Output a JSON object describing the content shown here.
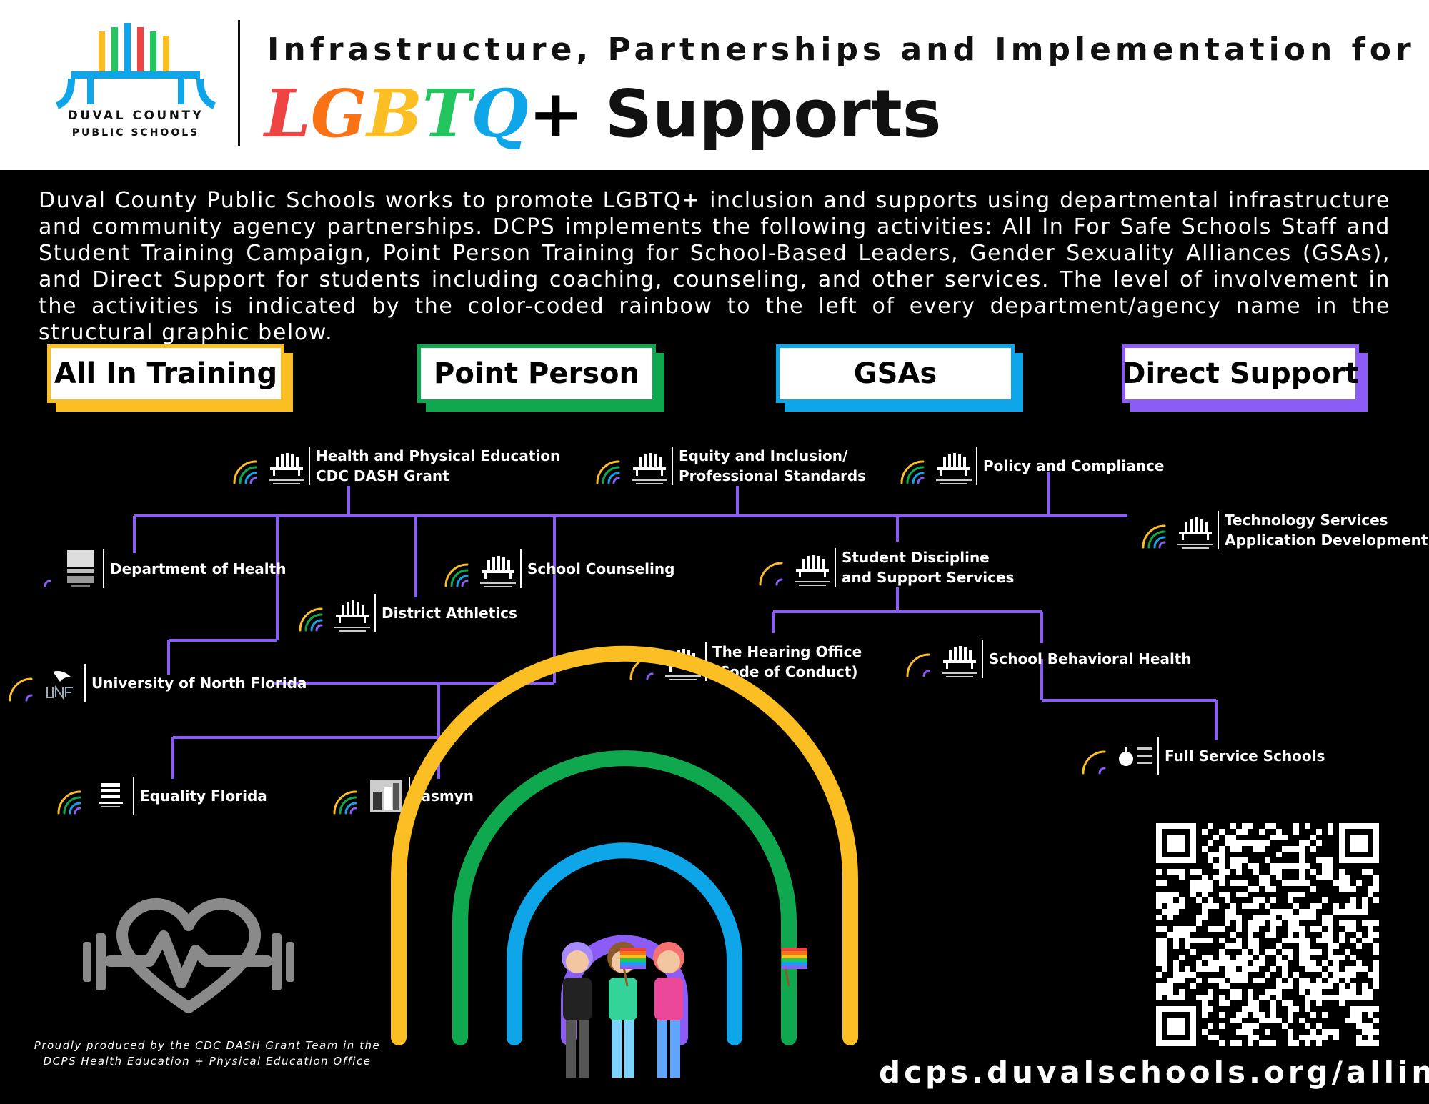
{
  "header": {
    "logo_line1": "DUVAL COUNTY",
    "logo_line2": "PUBLIC SCHOOLS",
    "title_line1": "Infrastructure, Partnerships and Implementation for",
    "title_lgbtq_letters": [
      "L",
      "G",
      "B",
      "T",
      "Q",
      "+"
    ],
    "title_supports": "Supports"
  },
  "colors": {
    "yellow": "#fbbf24",
    "green": "#10a84f",
    "blue": "#0ea5e9",
    "purple": "#8b5cf6",
    "connector": "#8b5cf6",
    "lgbtq_letters": [
      "#ef4444",
      "#f97316",
      "#fbbf24",
      "#22c55e",
      "#0ea5e9",
      "#000000"
    ]
  },
  "intro": "Duval County Public Schools works to promote LGBTQ+ inclusion and supports using departmental infrastructure and community agency partnerships. DCPS implements the following activities: All In For Safe Schools Staff and Student Training Campaign, Point Person Training for School-Based Leaders, Gender Sexuality Alliances (GSAs), and Direct Support for students including coaching, counseling, and other services. The level of involvement in the activities is indicated by the color-coded rainbow to the left of every department/agency name in the structural graphic below.",
  "categories": [
    {
      "label": "All In Training",
      "color": "#fbbf24"
    },
    {
      "label": "Point Person",
      "color": "#10a84f"
    },
    {
      "label": "GSAs",
      "color": "#0ea5e9"
    },
    {
      "label": "Direct Support",
      "color": "#8b5cf6"
    }
  ],
  "nodes": [
    {
      "id": "hpe",
      "lines": [
        "Health and Physical Education",
        "CDC DASH Grant"
      ],
      "logo": "dcps-logo",
      "arcs": [
        "yellow",
        "green",
        "blue",
        "purple"
      ]
    },
    {
      "id": "equity",
      "lines": [
        "Equity and Inclusion/",
        "Professional Standards"
      ],
      "logo": "dcps-logo",
      "arcs": [
        "yellow",
        "green",
        "blue",
        "purple"
      ]
    },
    {
      "id": "policy",
      "lines": [
        "Policy and Compliance"
      ],
      "logo": "dcps-logo",
      "arcs": [
        "yellow",
        "green",
        "blue",
        "purple"
      ]
    },
    {
      "id": "tech",
      "lines": [
        "Technology Services",
        "Application Development"
      ],
      "logo": "dcps-logo",
      "arcs": [
        "yellow",
        "green",
        "blue",
        "purple"
      ]
    },
    {
      "id": "doh",
      "lines": [
        "Department of Health"
      ],
      "logo": "health-logo",
      "arcs": [
        "purple"
      ]
    },
    {
      "id": "counseling",
      "lines": [
        "School Counseling"
      ],
      "logo": "dcps-logo",
      "arcs": [
        "yellow",
        "green",
        "blue",
        "purple"
      ]
    },
    {
      "id": "discipline",
      "lines": [
        "Student Discipline",
        "and Support Services"
      ],
      "logo": "dcps-logo",
      "arcs": [
        "yellow",
        "purple"
      ]
    },
    {
      "id": "athletics",
      "lines": [
        "District Athletics"
      ],
      "logo": "dcps-logo",
      "arcs": [
        "yellow",
        "green",
        "blue",
        "purple"
      ]
    },
    {
      "id": "unf",
      "lines": [
        "University of North Florida"
      ],
      "logo": "unf-logo",
      "arcs": [
        "yellow",
        "purple"
      ]
    },
    {
      "id": "hearing",
      "lines": [
        "The Hearing Office",
        "(Code of Conduct)"
      ],
      "logo": "dcps-logo",
      "arcs": [
        "yellow",
        "purple"
      ]
    },
    {
      "id": "sbh",
      "lines": [
        "School Behavioral Health"
      ],
      "logo": "dcps-logo",
      "arcs": [
        "yellow",
        "purple"
      ]
    },
    {
      "id": "fss",
      "lines": [
        "Full Service Schools"
      ],
      "logo": "fss-logo",
      "arcs": [
        "yellow",
        "purple"
      ]
    },
    {
      "id": "eqfl",
      "lines": [
        "Equality Florida"
      ],
      "logo": "eqfl-logo",
      "arcs": [
        "yellow",
        "green",
        "blue",
        "purple"
      ]
    },
    {
      "id": "jasmyn",
      "lines": [
        "Jasmyn"
      ],
      "logo": "jasmyn-logo",
      "arcs": [
        "yellow",
        "green",
        "blue",
        "purple"
      ]
    }
  ],
  "footer": {
    "credit_line1": "Proudly produced by the CDC DASH Grant Team in the",
    "credit_line2": "DCPS Health Education + Physical Education Office",
    "url": "dcps.duvalschools.org/allin",
    "qr_icon": "qr-code-icon",
    "heart_icon": "heart-dumbbell-icon"
  },
  "icons": {
    "logo": "dcps-bridge-logo-icon",
    "rainbow": "rainbow-icon",
    "people": "people-with-pride-flags-icon"
  }
}
